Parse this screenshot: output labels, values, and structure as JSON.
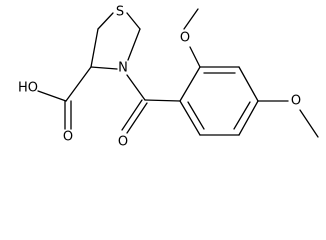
{
  "molecule": {
    "atoms": {
      "sulfur": "S",
      "ring_nitrogen": "N",
      "acid_hydroxyl": "HO",
      "acid_carbonyl_oxygen": "O",
      "amide_carbonyl_oxygen": "O",
      "ortho_methoxy_oxygen": "O",
      "para_methoxy_oxygen": "O"
    }
  },
  "colors": {
    "ink": "#000000",
    "background": "#ffffff"
  }
}
